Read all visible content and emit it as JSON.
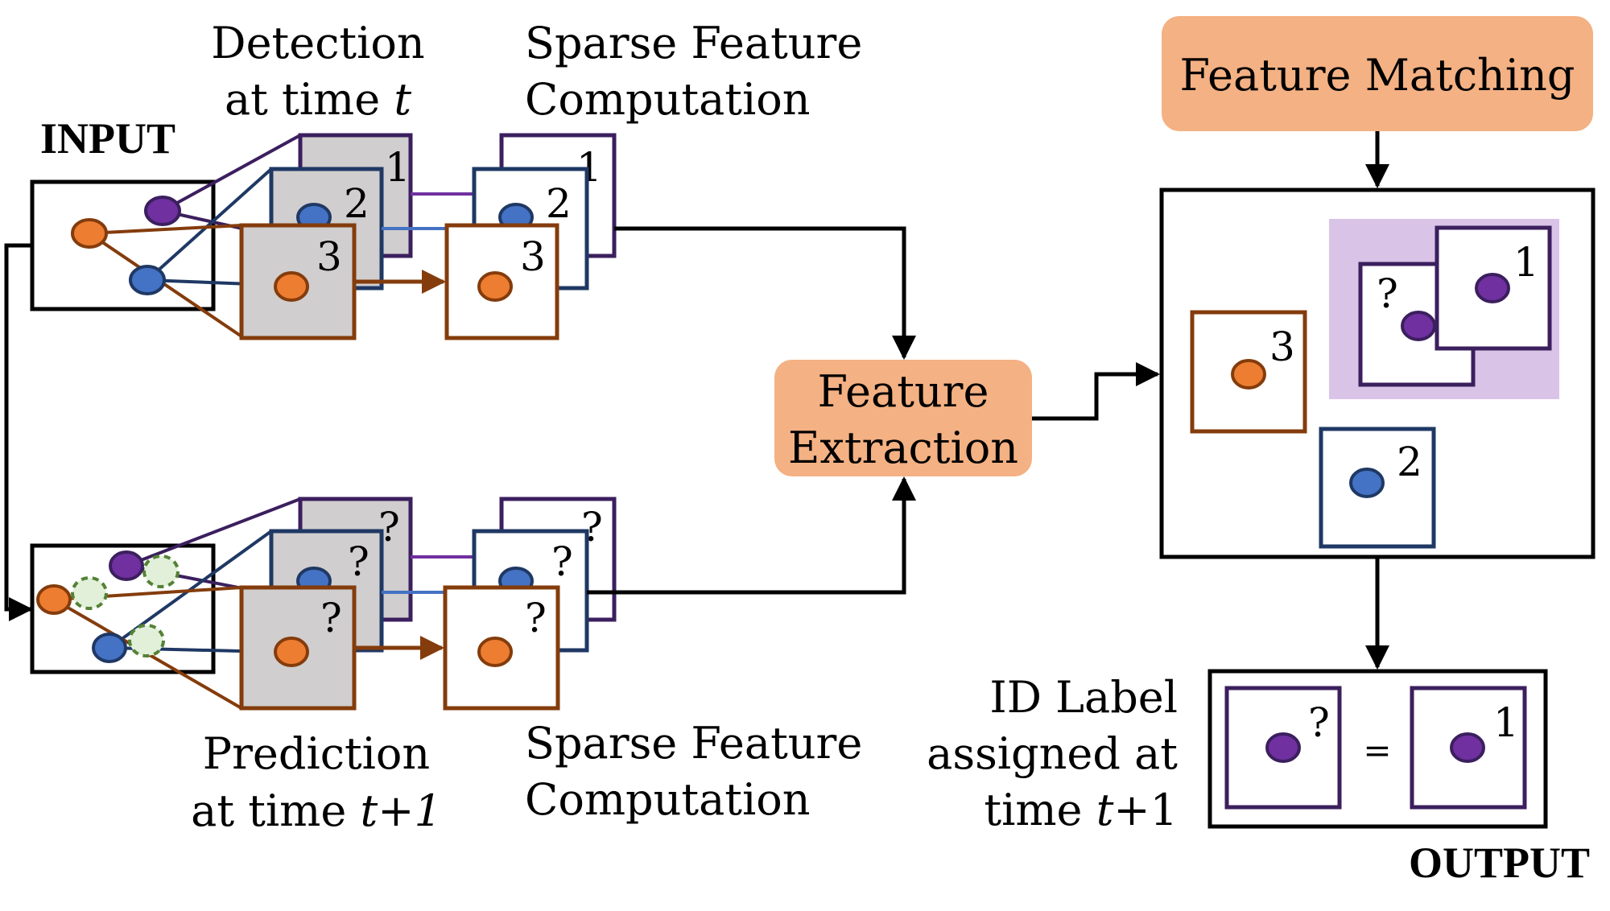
{
  "labels": {
    "input": "INPUT",
    "output": "OUTPUT",
    "detection_line1": "Detection",
    "detection_line2_pre": "at time ",
    "detection_line2_var": "t",
    "prediction_line1": "Prediction",
    "prediction_line2_pre": "at time ",
    "prediction_line2_var": "t+1",
    "sparse_top_line1": "Sparse Feature",
    "sparse_top_line2": "Computation",
    "sparse_bottom_line1": "Sparse Feature",
    "sparse_bottom_line2": "Computation",
    "feature_extraction_line1": "Feature",
    "feature_extraction_line2": "Extraction",
    "feature_matching": "Feature Matching",
    "id_label_line1": "ID Label",
    "id_label_line2": "assigned at",
    "id_label_line3_pre": "time ",
    "id_label_line3_var": "t",
    "id_label_line3_post": "+1",
    "equals": "="
  },
  "crop_tags": {
    "top": [
      "1",
      "2",
      "3"
    ],
    "bottom": [
      "?",
      "?",
      "?"
    ],
    "match_unknown": "?",
    "match_known": "1",
    "match_orange": "3",
    "match_blue": "2",
    "output_left": "?",
    "output_right": "1"
  },
  "colors": {
    "purple": "#7030a0",
    "blue": "#4472c4",
    "orange": "#ed7d31",
    "purple_stroke": "#3b1f5e",
    "blue_stroke": "#1f3864",
    "orange_stroke": "#843c0c",
    "gray_fill": "#d0cece",
    "salmon_box": "#f4b183",
    "lavender": "#d9c4e7",
    "green_dash": "#548235",
    "green_fill": "#e2f0d9"
  }
}
